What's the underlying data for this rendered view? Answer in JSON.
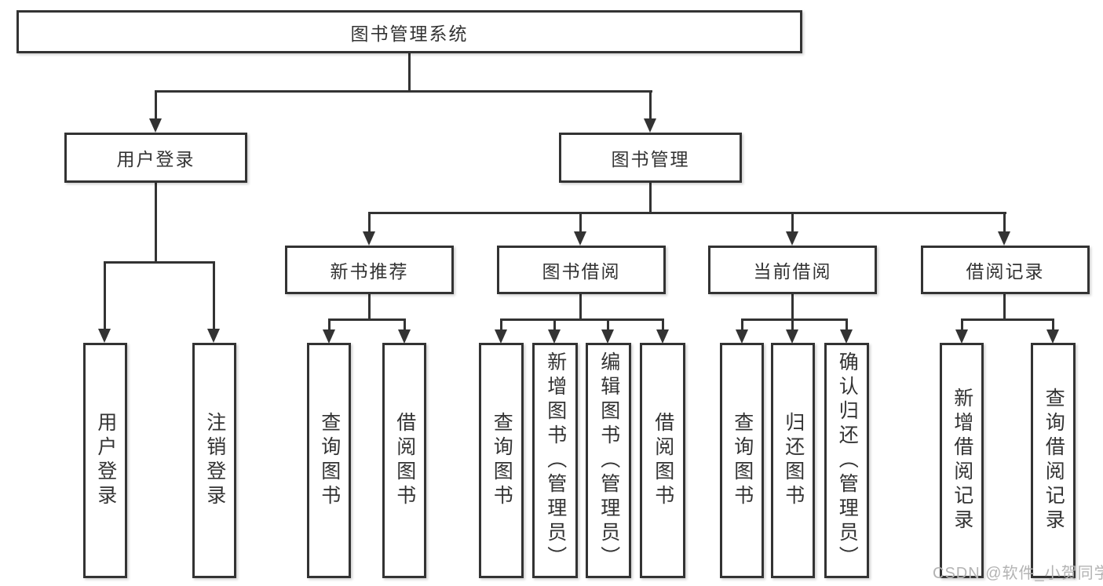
{
  "diagram": {
    "title": "图书管理系统",
    "level2": [
      {
        "label": "用户登录"
      },
      {
        "label": "图书管理"
      }
    ],
    "level3": [
      {
        "label": "新书推荐"
      },
      {
        "label": "图书借阅"
      },
      {
        "label": "当前借阅"
      },
      {
        "label": "借阅记录"
      }
    ],
    "leaves": [
      {
        "label": "用户登录"
      },
      {
        "label": "注销登录"
      },
      {
        "label": "查询图书"
      },
      {
        "label": "借阅图书"
      },
      {
        "label": "查询图书"
      },
      {
        "label": "新增图书（管理员）"
      },
      {
        "label": "编辑图书（管理员）"
      },
      {
        "label": "借阅图书"
      },
      {
        "label": "查询图书"
      },
      {
        "label": "归还图书"
      },
      {
        "label": "确认归还（管理员）"
      },
      {
        "label": "新增借阅记录"
      },
      {
        "label": "查询借阅记录"
      }
    ],
    "watermark": "CSDN @软件_小贺同学",
    "colors": {
      "line": "#333333",
      "text": "#333333",
      "watermark": "#b3b3b3",
      "background": "#ffffff"
    }
  }
}
